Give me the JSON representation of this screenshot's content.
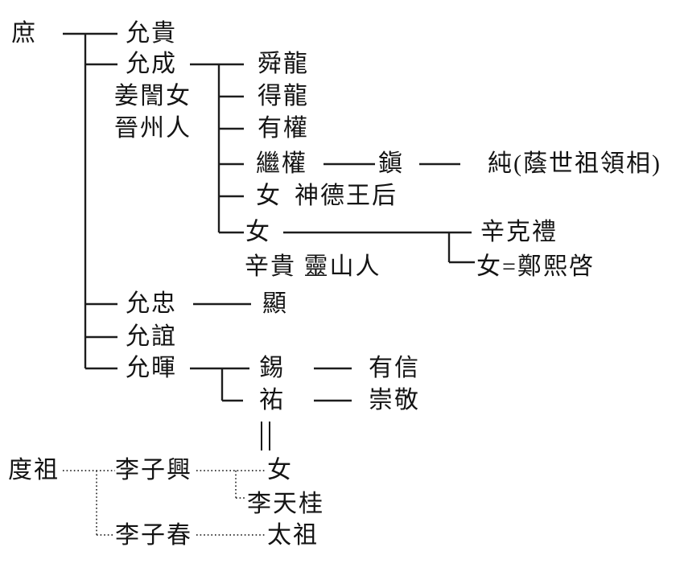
{
  "figure": {
    "kind": "genealogy-diagram",
    "background_color": "#ffffff",
    "ink_color": "#141414"
  },
  "marriage_mark": "‖",
  "kang_family": {
    "root": "庶",
    "sons": [
      {
        "name": "允貴"
      },
      {
        "name": "允成",
        "wife": "姜誾女",
        "wife_origin": "晉州人",
        "children": [
          {
            "name": "舜龍"
          },
          {
            "name": "得龍"
          },
          {
            "name": "有權"
          },
          {
            "name": "繼權",
            "son": "鎭",
            "grandson": "純(蔭世祖領相)"
          },
          {
            "name": "女",
            "note": "神德王后"
          },
          {
            "name": "女",
            "husband": "辛貴 靈山人",
            "children": [
              {
                "name": "辛克禮"
              },
              {
                "name": "女=鄭熙啓"
              }
            ]
          }
        ]
      },
      {
        "name": "允忠",
        "son": "顯"
      },
      {
        "name": "允誼"
      },
      {
        "name": "允暉",
        "children": [
          {
            "name": "錫",
            "son": "有信"
          },
          {
            "name": "祐",
            "son": "崇敬"
          }
        ]
      }
    ]
  },
  "yi_family": {
    "root": "度祖",
    "sons": [
      {
        "name": "李子興",
        "children": [
          {
            "name": "女"
          },
          {
            "name": "李天桂"
          }
        ]
      },
      {
        "name": "李子春",
        "son": "太祖"
      }
    ]
  }
}
